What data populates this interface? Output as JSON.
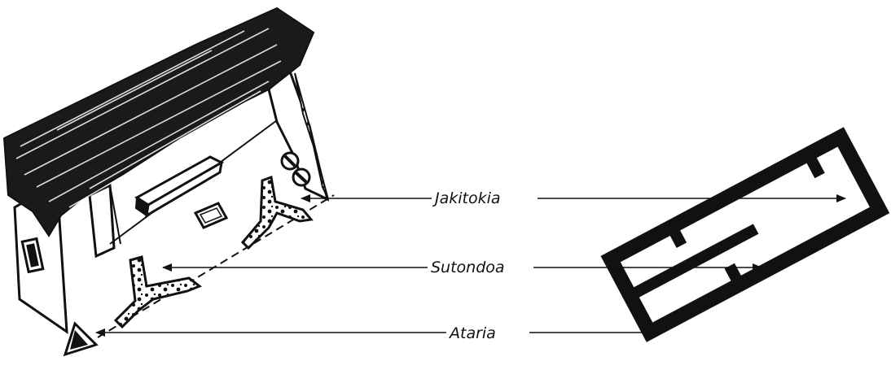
{
  "labels": {
    "jakitokia": "Jakitokia",
    "sutondoa": "Sutondoa",
    "ataria": "Ataria"
  },
  "colors": {
    "ink": "#111111",
    "background": "#ffffff"
  }
}
